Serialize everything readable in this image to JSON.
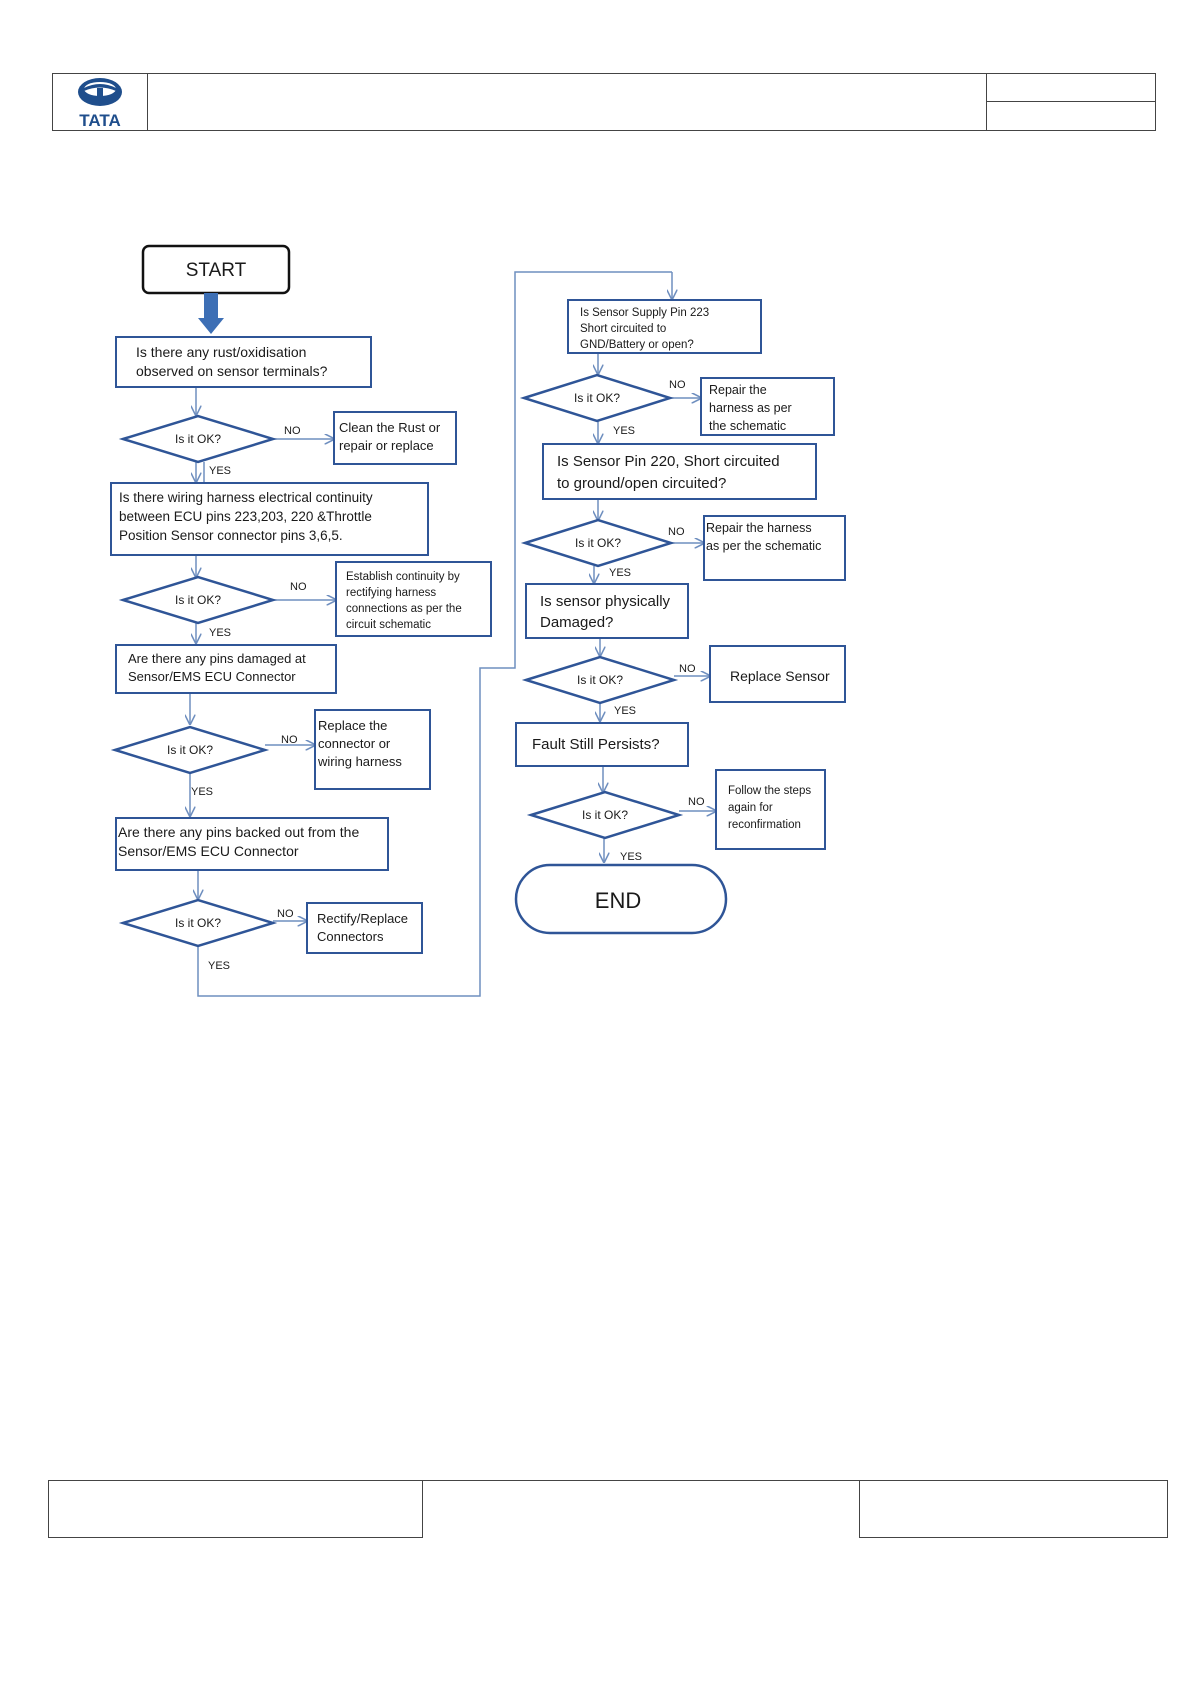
{
  "header": {
    "logo_text": "TATA",
    "title": "",
    "right_top": "",
    "right_bottom": ""
  },
  "footer": {
    "left": "",
    "middle": "",
    "right": ""
  },
  "colors": {
    "box_stroke": "#2f5597",
    "arrow": "#6f8fbf",
    "start_arrow": "#3d6fb5",
    "logo": "#1f4e8c"
  },
  "flowchart": {
    "start": "START",
    "end": "END",
    "decision": "Is it OK?",
    "yes": "YES",
    "no": "NO",
    "q1": [
      "Is there any rust/oxidisation",
      "observed on sensor terminals?"
    ],
    "a1": [
      "Clean the Rust or",
      "repair or replace"
    ],
    "q2": [
      "Is there wiring harness electrical continuity",
      "between ECU pins 223,203, 220 &Throttle",
      "Position Sensor connector pins 3,6,5."
    ],
    "a2": [
      "Establish continuity by",
      "rectifying harness",
      "connections as per the",
      "circuit schematic"
    ],
    "q3": [
      "Are there any pins damaged at",
      "Sensor/EMS ECU Connector"
    ],
    "a3": [
      "Replace the",
      "connector or",
      "wiring harness"
    ],
    "q4": [
      "Are there any pins backed out from the",
      "Sensor/EMS ECU Connector"
    ],
    "a4": [
      "Rectify/Replace",
      "Connectors"
    ],
    "q5": [
      "Is Sensor Supply Pin 223",
      "Short circuited to",
      "GND/Battery or open?"
    ],
    "a5": [
      "Repair the",
      "harness as per",
      "the schematic"
    ],
    "q6": [
      "Is Sensor Pin 220, Short circuited",
      "to ground/open circuited?"
    ],
    "a6": [
      "Repair the harness",
      "as per the schematic"
    ],
    "q7": [
      "Is sensor physically",
      "Damaged?"
    ],
    "a7": [
      "Replace Sensor"
    ],
    "q8": [
      "Fault Still Persists?"
    ],
    "a8": [
      "Follow the steps",
      "again for",
      "reconfirmation"
    ]
  }
}
